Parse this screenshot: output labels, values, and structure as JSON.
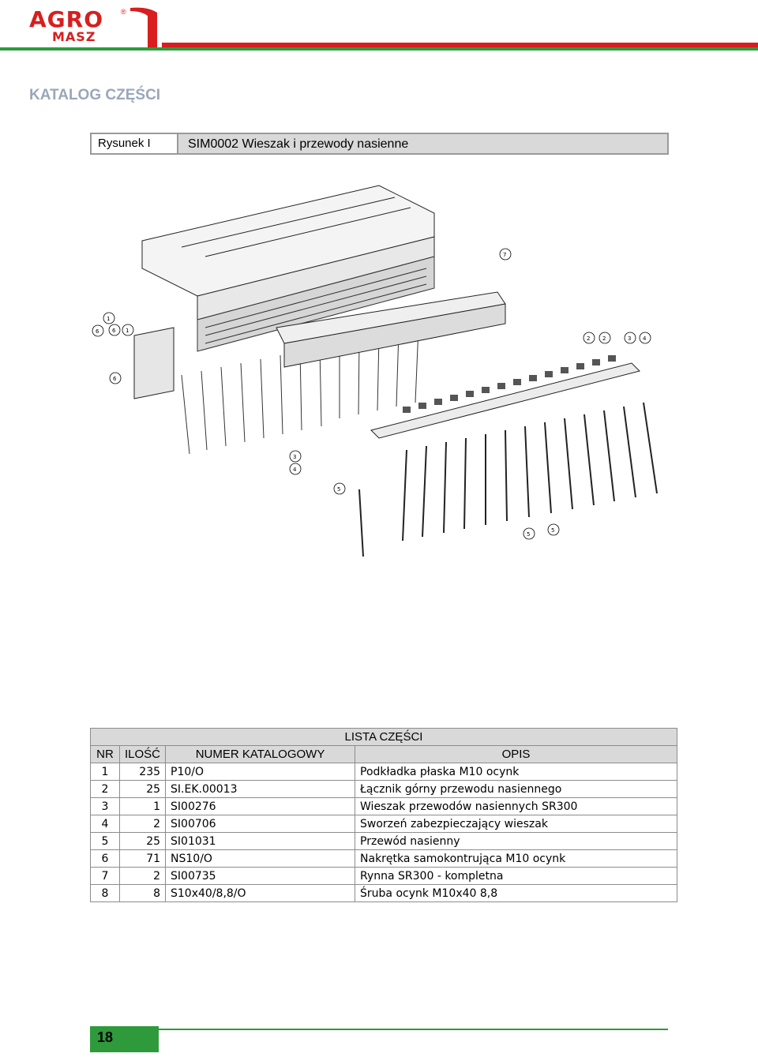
{
  "brand": {
    "line1": "AGRO",
    "line2": "MASZ",
    "reg": "®"
  },
  "catalog_title": "KATALOG CZĘŚCI",
  "figure": {
    "label": "Rysunek I",
    "title": "SIM0002 Wieszak i przewody nasienne"
  },
  "drawing_callouts": [
    "7",
    "1",
    "6",
    "6",
    "1",
    "6",
    "2",
    "2",
    "3",
    "4",
    "3",
    "4",
    "5",
    "5",
    "5"
  ],
  "parts": {
    "title": "LISTA CZĘŚCI",
    "headers": {
      "nr": "NR",
      "qty": "ILOŚĆ",
      "catalog": "NUMER KATALOGOWY",
      "desc": "OPIS"
    },
    "rows": [
      {
        "nr": "1",
        "qty": "235",
        "catalog": "P10/O",
        "desc": "Podkładka płaska M10 ocynk"
      },
      {
        "nr": "2",
        "qty": "25",
        "catalog": "SI.EK.00013",
        "desc": "Łącznik górny przewodu nasiennego"
      },
      {
        "nr": "3",
        "qty": "1",
        "catalog": "SI00276",
        "desc": "Wieszak przewodów nasiennych SR300"
      },
      {
        "nr": "4",
        "qty": "2",
        "catalog": "SI00706",
        "desc": "Sworzeń zabezpieczający wieszak"
      },
      {
        "nr": "5",
        "qty": "25",
        "catalog": "SI01031",
        "desc": "Przewód nasienny"
      },
      {
        "nr": "6",
        "qty": "71",
        "catalog": "NS10/O",
        "desc": "Nakrętka samokontrująca M10 ocynk"
      },
      {
        "nr": "7",
        "qty": "2",
        "catalog": "SI00735",
        "desc": "Rynna SR300 - kompletna"
      },
      {
        "nr": "8",
        "qty": "8",
        "catalog": "S10x40/8,8/O",
        "desc": "Śruba ocynk M10x40 8,8"
      }
    ]
  },
  "page_number": "18",
  "colors": {
    "brand_red": "#d81e1e",
    "brand_green": "#2e9a3c",
    "title_gray": "#9aa7b8"
  }
}
